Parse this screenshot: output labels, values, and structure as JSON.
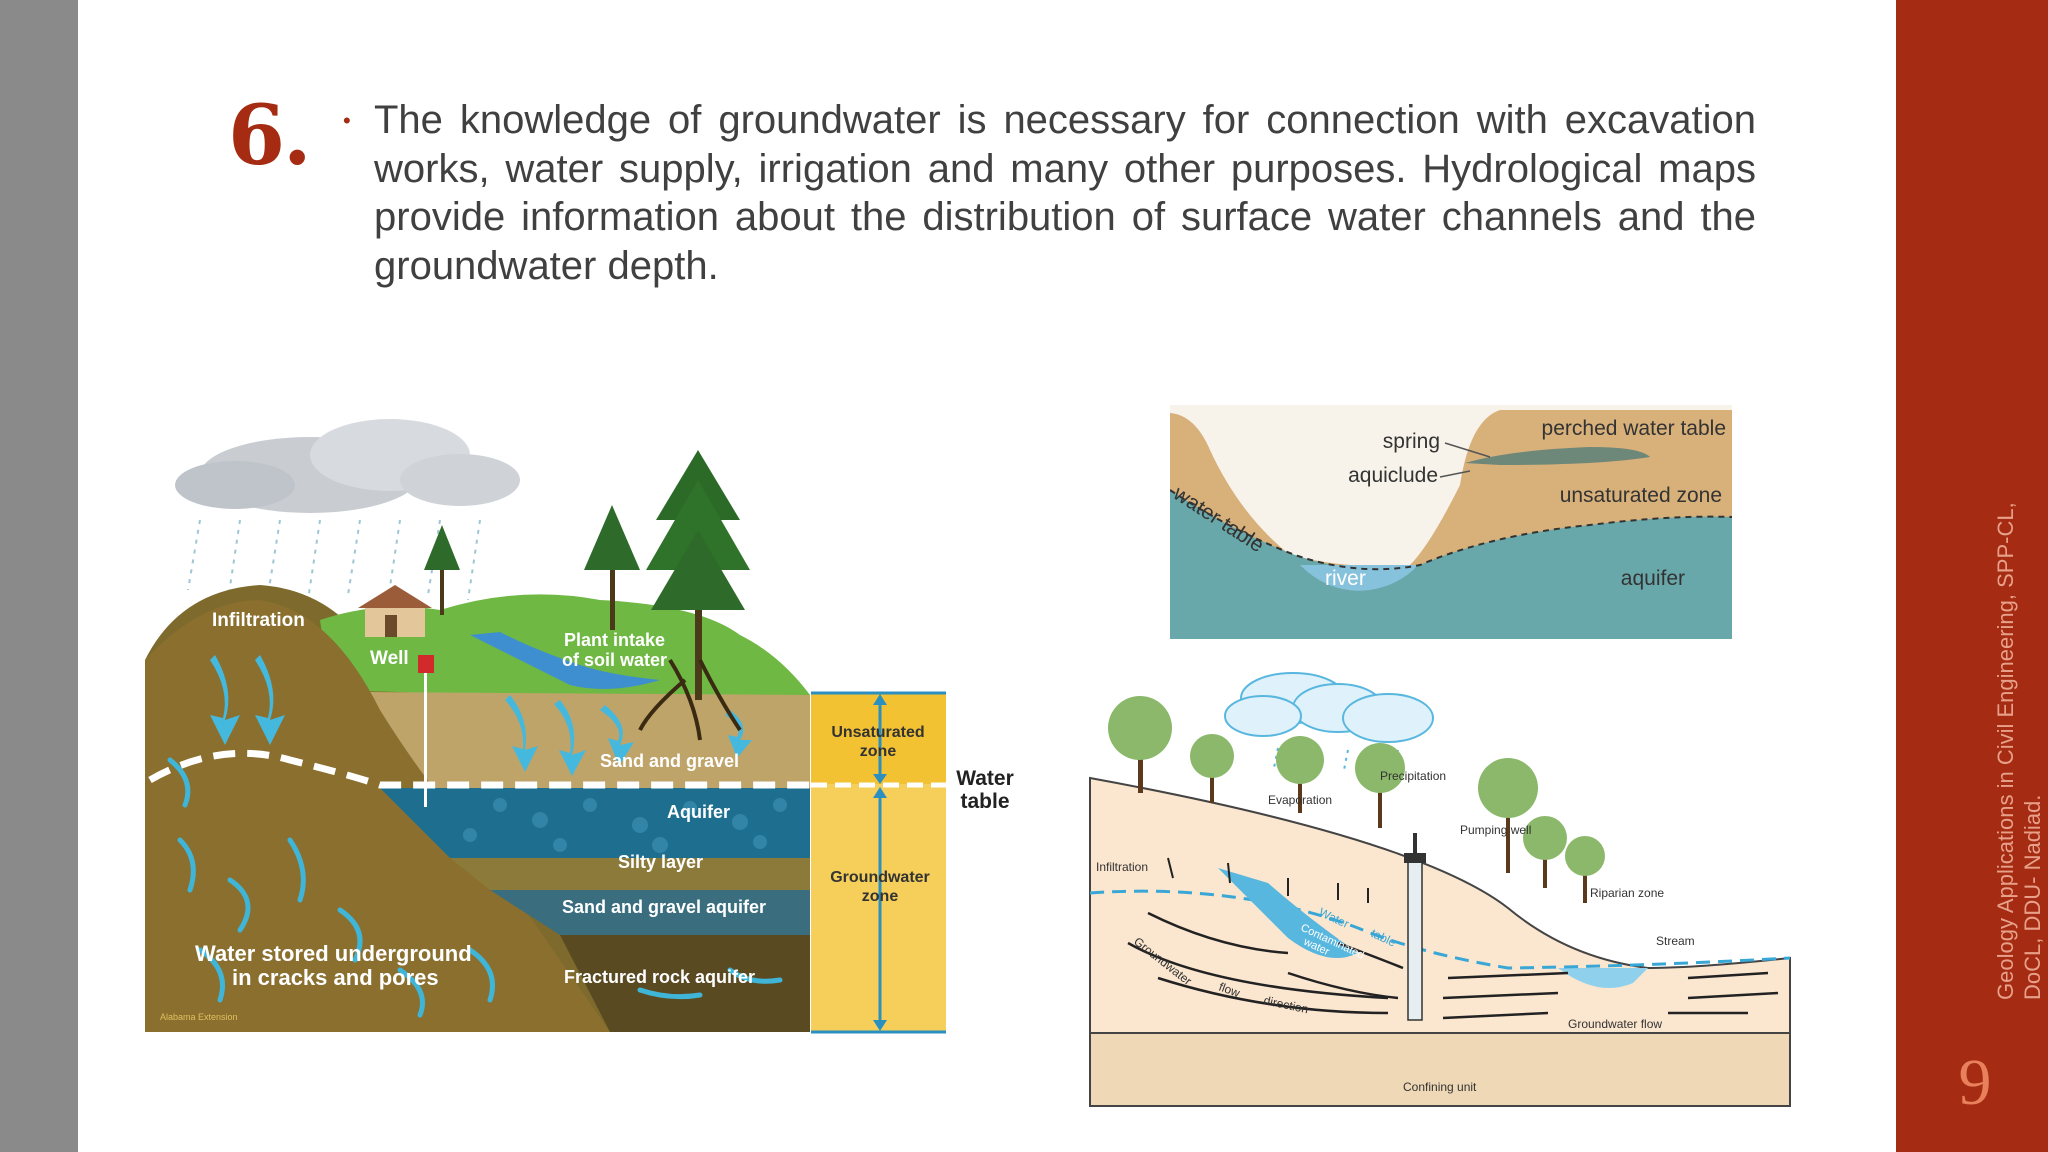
{
  "slide": {
    "number": "6.",
    "bullet": "•",
    "body": "The knowledge of groundwater is necessary for connection with excavation works, water supply, irrigation and many other purposes. Hydrological maps provide information about the distribution of surface water channels and the groundwater depth.",
    "footer": "Geology Applications in Civil Engineering, SPP-CL, DoCL, DDU- Nadiad.",
    "page": "9"
  },
  "fig1": {
    "infiltration": "Infiltration",
    "well": "Well",
    "plant_1": "Plant intake",
    "plant_2": "of soil water",
    "sand_gravel": "Sand and gravel",
    "aquifer": "Aquifer",
    "silty": "Silty layer",
    "sand_aquifer": "Sand and gravel aquifer",
    "stored_1": "Water stored underground",
    "stored_2": "in cracks and pores",
    "fractured": "Fractured rock aquifer",
    "unsat_1": "Unsaturated",
    "unsat_2": "zone",
    "gw_1": "Groundwater",
    "gw_2": "zone",
    "wt_1": "Water",
    "wt_2": "table",
    "credit": "Alabama Extension"
  },
  "fig2": {
    "spring": "spring",
    "aquiclude": "aquiclude",
    "perched": "perched water table",
    "unsat": "unsaturated zone",
    "water_table": "water table",
    "river": "river",
    "aquifer": "aquifer"
  },
  "fig3": {
    "precipitation": "Precipitation",
    "evaporation": "Evaporation",
    "pumping": "Pumping well",
    "infiltration": "Infiltration",
    "riparian": "Riparian zone",
    "stream": "Stream",
    "water_table_1": "Water",
    "water_table_2": "table",
    "contaminated_1": "Contaminated",
    "contaminated_2": "water",
    "gw_flow_dir_1": "Groundwater",
    "gw_flow_dir_2": "flow",
    "gw_flow_dir_3": "direction",
    "gw_flow": "Groundwater flow",
    "confining": "Confining unit"
  },
  "colors": {
    "accent": "#a52c12",
    "body_text": "#404040",
    "side_gray": "#8a8a8a"
  }
}
